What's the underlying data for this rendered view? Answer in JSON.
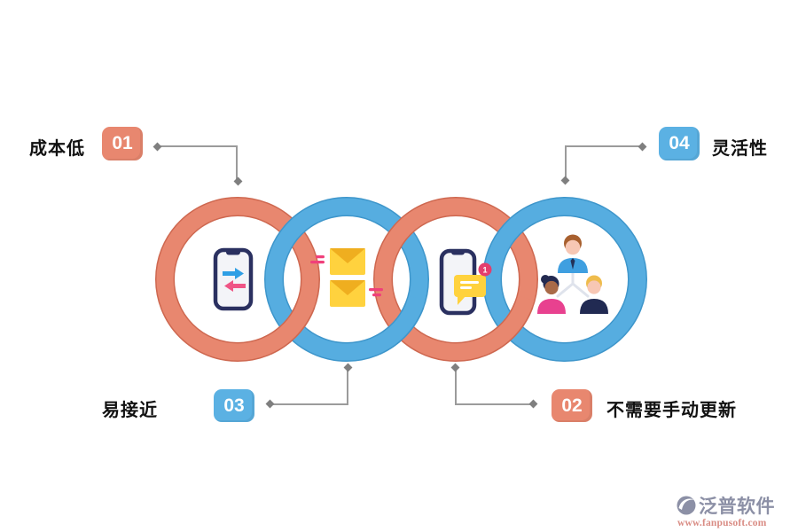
{
  "colors": {
    "coral": "#E8876F",
    "coral_dark": "#CE6850",
    "blue": "#56ADE0",
    "blue_dark": "#3E96CB",
    "badge_coral": "#E8876F",
    "badge_blue": "#5BB1E3",
    "connector_line": "#9B9B9B",
    "connector_diamond": "#7F7F7F",
    "label_text": "#111111",
    "badge_text": "#FFFFFF",
    "brand_text": "#8C90A6",
    "brand_url_text": "#D98C84"
  },
  "steps": [
    {
      "number": "01",
      "label": "成本低"
    },
    {
      "number": "02",
      "label": "不需要手动更新"
    },
    {
      "number": "03",
      "label": "易接近"
    },
    {
      "number": "04",
      "label": "灵活性"
    }
  ],
  "rings": [
    {
      "name": "ring-1",
      "color": "#E8876F",
      "icon": "phone-sync-icon"
    },
    {
      "name": "ring-2",
      "color": "#56ADE0",
      "icon": "envelopes-icon"
    },
    {
      "name": "ring-3",
      "color": "#E8876F",
      "icon": "phone-message-icon"
    },
    {
      "name": "ring-4",
      "color": "#56ADE0",
      "icon": "team-icon"
    }
  ],
  "icons": {
    "notification_count": "1"
  },
  "watermark": {
    "brand": "泛普软件",
    "url": "www.fanpusoft.com"
  }
}
